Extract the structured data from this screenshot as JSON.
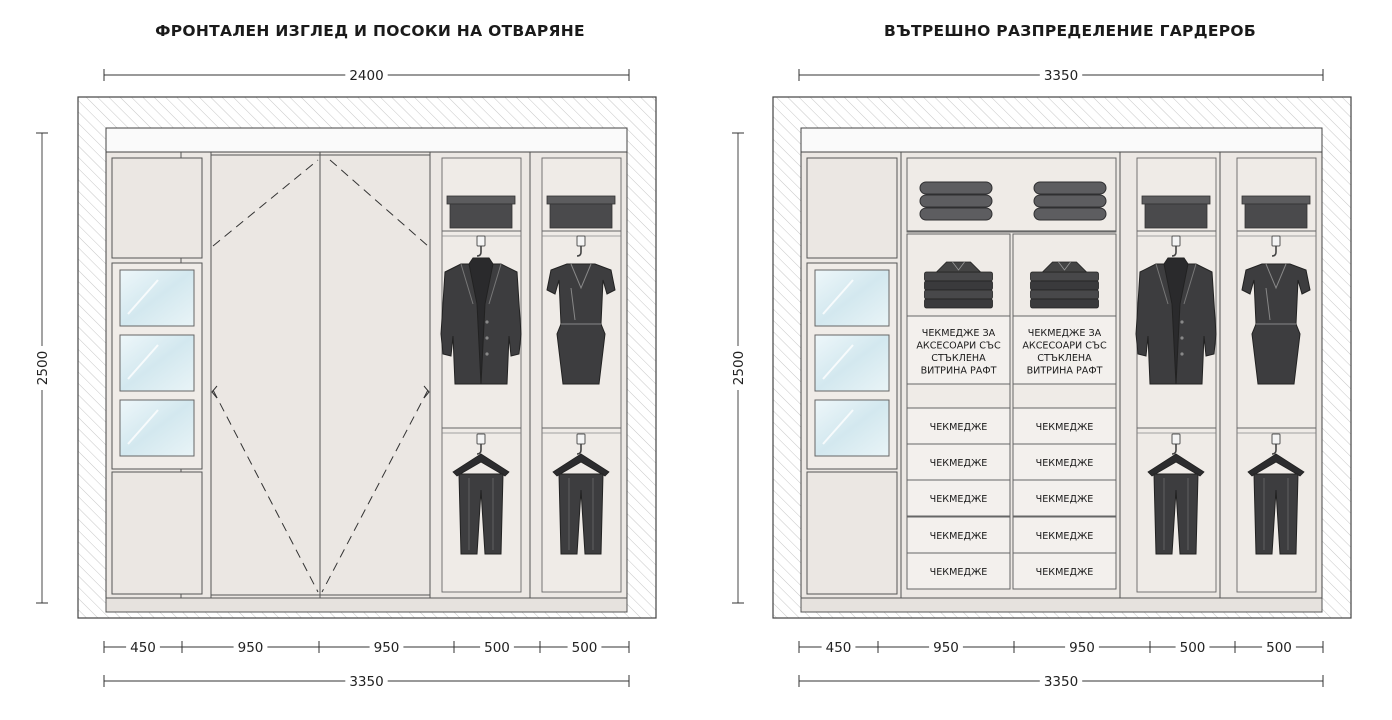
{
  "titles": {
    "left": "ФРОНТАЛЕН ИЗГЛЕД И ПОСОКИ НА ОТВАРЯНЕ",
    "right": "ВЪТРЕШНО РАЗПРЕДЕЛЕНИЕ ГАРДЕРОБ"
  },
  "left_view": {
    "dim_top": "2400",
    "dim_height": "2500",
    "dim_total": "3350",
    "dim_sections": [
      "450",
      "950",
      "950",
      "500",
      "500"
    ]
  },
  "right_view": {
    "dim_top": "3350",
    "dim_height": "2500",
    "dim_total": "3350",
    "dim_sections": [
      "450",
      "950",
      "950",
      "500",
      "500"
    ],
    "accessory_drawer_lines": [
      "ЧЕКМЕДЖЕ ЗА",
      "АКСЕСОАРИ СЪС",
      "СТЪКЛЕНА",
      "ВИТРИНА РАФТ"
    ],
    "drawer_label": "ЧЕКМЕДЖЕ"
  },
  "colors": {
    "panel": "#ece8e4",
    "line": "#555555",
    "garment": "#3d3d3f",
    "box": "#4a4a4c",
    "glass": "#d9ecf2"
  }
}
